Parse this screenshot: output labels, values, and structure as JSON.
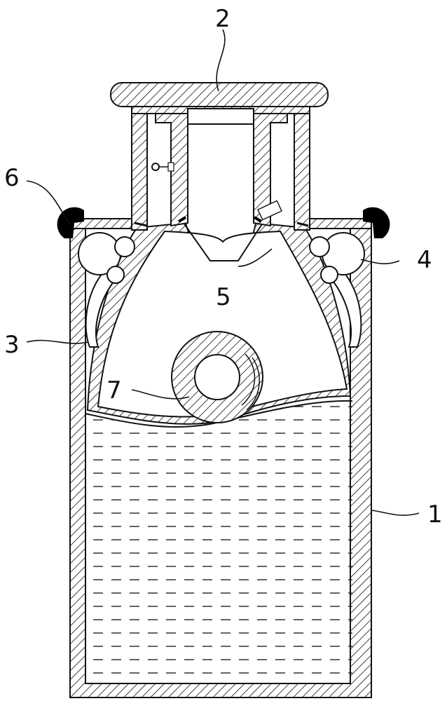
{
  "colors": {
    "stroke": "#111111",
    "fill": "#ffffff",
    "seal": "#000000"
  },
  "callouts": [
    {
      "id": "c1",
      "label": "1"
    },
    {
      "id": "c2",
      "label": "2"
    },
    {
      "id": "c3",
      "label": "3"
    },
    {
      "id": "c4",
      "label": "4"
    },
    {
      "id": "c5",
      "label": "5"
    },
    {
      "id": "c6",
      "label": "6"
    },
    {
      "id": "c7",
      "label": "7"
    }
  ]
}
